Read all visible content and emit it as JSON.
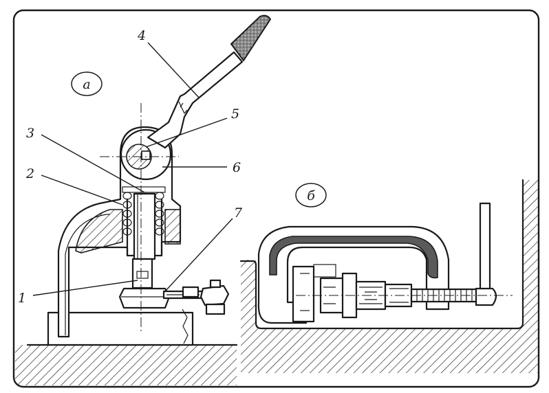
{
  "view_labels": {
    "a": "а",
    "b": "б"
  },
  "callouts": [
    "1",
    "2",
    "3",
    "4",
    "5",
    "6",
    "7"
  ]
}
